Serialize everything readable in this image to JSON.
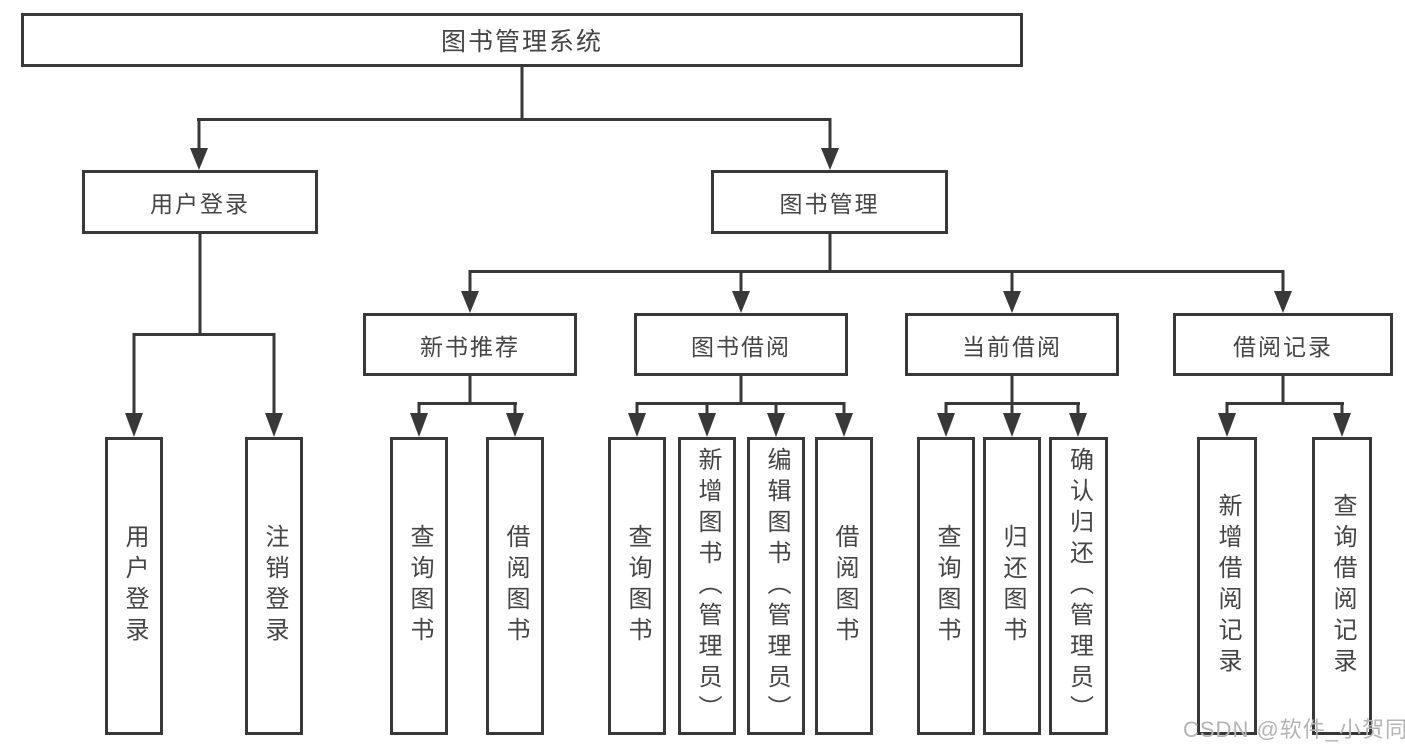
{
  "diagram": {
    "root": "图书管理系统",
    "branches": [
      {
        "label": "用户登录",
        "children": [
          "用户登录",
          "注销登录"
        ]
      },
      {
        "label": "图书管理",
        "sections": [
          {
            "label": "新书推荐",
            "children": [
              "查询图书",
              "借阅图书"
            ]
          },
          {
            "label": "图书借阅",
            "children": [
              "查询图书",
              "新增图书（管理员）",
              "编辑图书（管理员）",
              "借阅图书"
            ]
          },
          {
            "label": "当前借阅",
            "children": [
              "查询图书",
              "归还图书",
              "确认归还（管理员）"
            ]
          },
          {
            "label": "借阅记录",
            "children": [
              "新增借阅记录",
              "查询借阅记录"
            ]
          }
        ]
      }
    ]
  },
  "watermark": {
    "text": "CSDN @软件_小贺同学"
  },
  "colors": {
    "line": "#383838",
    "text": "#454545",
    "watermark": "#b5b5b5",
    "box_background": "#ffffff",
    "page_background": "#ffffff"
  }
}
